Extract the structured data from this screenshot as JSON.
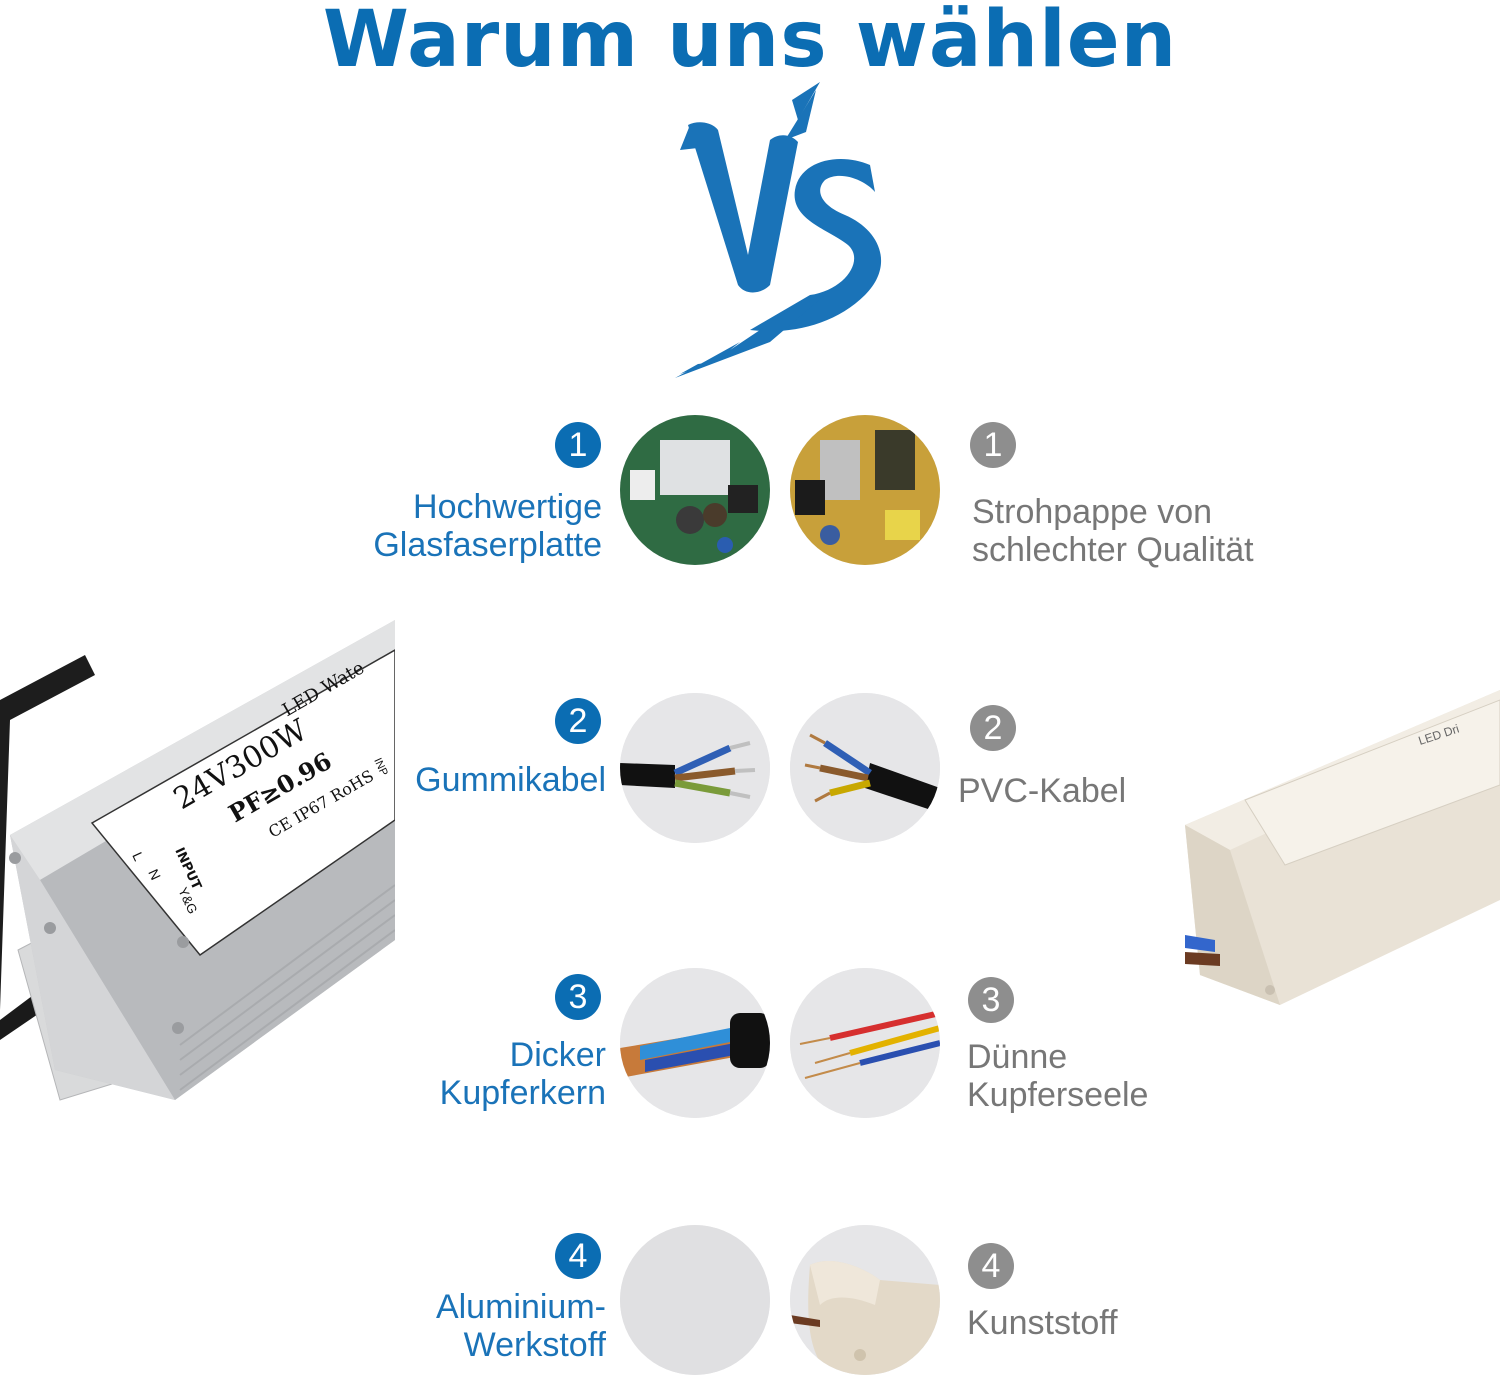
{
  "title": "Warum uns wählen",
  "colors": {
    "brand_blue": "#0b6db3",
    "good_label": "#1a73b8",
    "bad_grey": "#8e8e8e",
    "bad_label": "#777777",
    "circle_bg": "#e6e6e8"
  },
  "vs_graphic": "vs-brush-icon",
  "comparisons": [
    {
      "number": "1",
      "good_label": "Hochwertige Glasfaserplatte",
      "good_lines": [
        "Hochwertige",
        "Glasfaserplatte"
      ],
      "bad_lines": [
        "Strohpappe von",
        "schlechter Qualität"
      ]
    },
    {
      "number": "2",
      "good_lines": [
        "Gummikabel"
      ],
      "bad_lines": [
        "PVC-Kabel"
      ]
    },
    {
      "number": "3",
      "good_lines": [
        "Dicker",
        "Kupferkern"
      ],
      "bad_lines": [
        "Dünne",
        "Kupferseele"
      ]
    },
    {
      "number": "4",
      "good_lines": [
        "Aluminium-",
        "Werkstoff"
      ],
      "bad_lines": [
        "Kunststoff"
      ]
    }
  ],
  "product_left": {
    "line1": "24V300W",
    "line2": "LED Wate",
    "line3": "PF≥0.96",
    "line4": "CE IP67 RoHS",
    "input": "INPUT",
    "l": "L",
    "n": "N",
    "yg": "Y&G",
    "inp": "INP"
  },
  "product_right": {
    "label": "LED Dri"
  }
}
